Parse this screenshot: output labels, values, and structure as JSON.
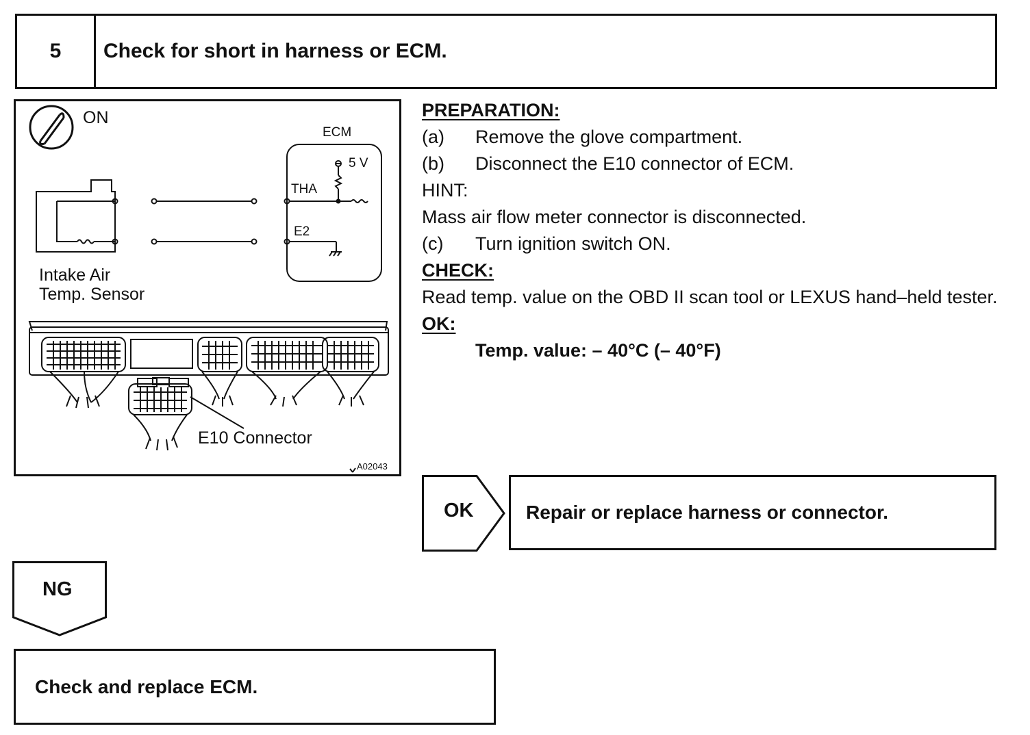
{
  "header": {
    "step_number": "5",
    "title": "Check for short in harness or ECM."
  },
  "figure": {
    "ignition_state": "ON",
    "ecm_label": "ECM",
    "voltage_label": "5 V",
    "tha_label": "THA",
    "e2_label": "E2",
    "sensor_label_line1": "Intake Air",
    "sensor_label_line2": "Temp. Sensor",
    "connector_label": "E10 Connector",
    "figure_code": "A02043"
  },
  "instructions": {
    "preparation_heading": "PREPARATION:",
    "steps": [
      {
        "letter": "(a)",
        "text": "Remove the glove compartment."
      },
      {
        "letter": "(b)",
        "text": "Disconnect the E10 connector of ECM."
      }
    ],
    "hint_heading": "HINT:",
    "hint_text": "Mass air flow meter connector is disconnected.",
    "step_c": {
      "letter": "(c)",
      "text": "Turn ignition switch ON."
    },
    "check_heading": "CHECK:",
    "check_text": "Read temp. value on the OBD II scan tool or LEXUS hand–held tester.",
    "ok_heading": "OK:",
    "ok_value": "Temp. value:  – 40°C (– 40°F)"
  },
  "ok_branch": {
    "label": "OK",
    "result": "Repair or replace harness or connector."
  },
  "ng_branch": {
    "label": "NG",
    "result": "Check and replace ECM."
  }
}
